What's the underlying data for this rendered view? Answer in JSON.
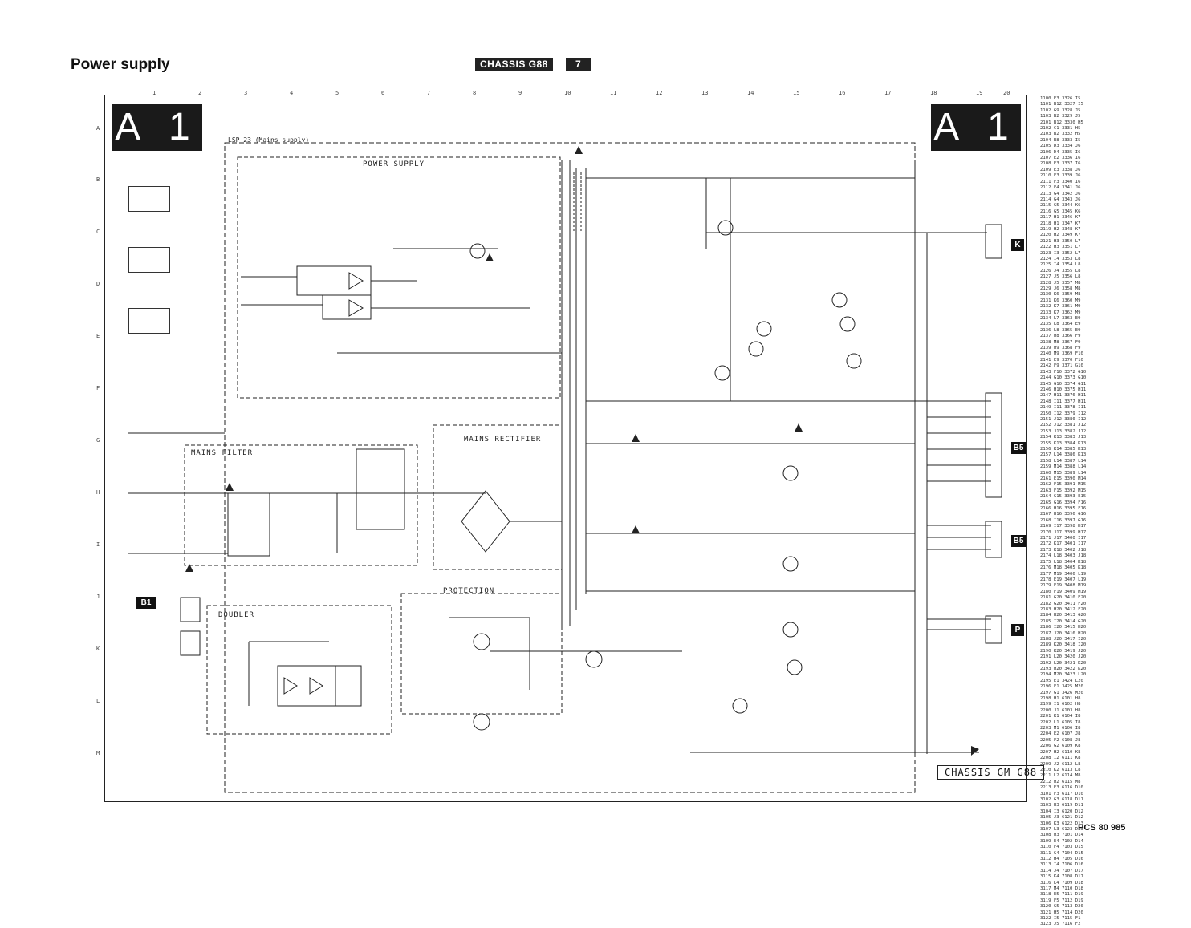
{
  "header": {
    "title": "Power supply",
    "chassis_tag": "CHASSIS G88",
    "page_number": "7"
  },
  "sheet_labels": {
    "left": "A 1",
    "right": "A 1"
  },
  "blocks": {
    "main_block": "LSP 23 (Mains supply)",
    "power_supply": "POWER SUPPLY",
    "mains_filter": "MAINS FILTER",
    "mains_rectifier": "MAINS RECTIFIER",
    "protection": "PROTECTION",
    "doubler": "DOUBLER"
  },
  "connectors": {
    "k": "K",
    "b5_top": "B5",
    "b5_bottom": "B5",
    "p": "P",
    "b1": "B1"
  },
  "footer": {
    "chassis_box": "CHASSIS GM G88",
    "code": "PCS 80 985"
  },
  "ruler_top": [
    "1",
    "2",
    "3",
    "4",
    "5",
    "6",
    "7",
    "8",
    "9",
    "10",
    "11",
    "12",
    "13",
    "14",
    "15",
    "16",
    "17",
    "18",
    "19",
    "20"
  ],
  "ruler_side": [
    "A",
    "B",
    "C",
    "D",
    "E",
    "F",
    "G",
    "H",
    "I",
    "J",
    "K",
    "L",
    "M"
  ],
  "parts_list": [
    "1100 E3 3326 I5",
    "1101 B12 3327 I5",
    "1102 G9 3328 J5",
    "1103 B2 3329 J5",
    "2101 B12 3330 H5",
    "2102 C1 3331 H5",
    "2103 B2 3332 H5",
    "2104 B8 3333 I5",
    "2105 D3 3334 J6",
    "2106 D4 3335 I6",
    "2107 E2 3336 I6",
    "2108 E3 3337 I6",
    "2109 E3 3338 J6",
    "2110 F3 3339 J6",
    "2111 F3 3340 I6",
    "2112 F4 3341 J6",
    "2113 G4 3342 J6",
    "2114 G4 3343 J6",
    "2115 G5 3344 K6",
    "2116 G5 3345 K6",
    "2117 H1 3346 K7",
    "2118 H1 3347 K7",
    "2119 H2 3348 K7",
    "2120 H2 3349 K7",
    "2121 H3 3350 L7",
    "2122 H3 3351 L7",
    "2123 I3 3352 L7",
    "2124 I4 3353 L8",
    "2125 I4 3354 L8",
    "2126 J4 3355 L8",
    "2127 J5 3356 L8",
    "2128 J5 3357 M8",
    "2129 J6 3358 M8",
    "2130 K6 3359 M8",
    "2131 K6 3360 M9",
    "2132 K7 3361 M9",
    "2133 K7 3362 M9",
    "2134 L7 3363 E9",
    "2135 L8 3364 E9",
    "2136 L8 3365 E9",
    "2137 M8 3366 F9",
    "2138 M8 3367 F9",
    "2139 M9 3368 F9",
    "2140 M9 3369 F10",
    "2141 E9 3370 F10",
    "2142 F9 3371 G10",
    "2143 F10 3372 G10",
    "2144 G10 3373 G10",
    "2145 G10 3374 G11",
    "2146 H10 3375 H11",
    "2147 H11 3376 H11",
    "2148 I11 3377 H11",
    "2149 I11 3378 I11",
    "2150 I12 3379 I12",
    "2151 J12 3380 I12",
    "2152 J12 3381 J12",
    "2153 J13 3382 J12",
    "2154 K13 3383 J13",
    "2155 K13 3384 K13",
    "2156 K14 3385 K13",
    "2157 L14 3386 K13",
    "2158 L14 3387 L14",
    "2159 M14 3388 L14",
    "2160 M15 3389 L14",
    "2161 E15 3390 M14",
    "2162 F15 3391 M15",
    "2163 F15 3392 M15",
    "2164 G15 3393 E15",
    "2165 G16 3394 F16",
    "2166 H16 3395 F16",
    "2167 H16 3396 G16",
    "2168 I16 3397 G16",
    "2169 I17 3398 H17",
    "2170 J17 3399 H17",
    "2171 J17 3400 I17",
    "2172 K17 3401 I17",
    "2173 K18 3402 J18",
    "2174 L18 3403 J18",
    "2175 L18 3404 K18",
    "2176 M18 3405 K18",
    "2177 M19 3406 L19",
    "2178 E19 3407 L19",
    "2179 F19 3408 M19",
    "2180 F19 3409 M19",
    "2181 G20 3410 E20",
    "2182 G20 3411 F20",
    "2183 H20 3412 F20",
    "2184 H20 3413 G20",
    "2185 I20 3414 G20",
    "2186 I20 3415 H20",
    "2187 J20 3416 H20",
    "2188 J20 3417 I20",
    "2189 K20 3418 I20",
    "2190 K20 3419 J20",
    "2191 L20 3420 J20",
    "2192 L20 3421 K20",
    "2193 M20 3422 K20",
    "2194 M20 3423 L20",
    "2195 E1 3424 L20",
    "2196 F1 3425 M20",
    "2197 G1 3426 M20",
    "2198 H1 6101 H8",
    "2199 I1 6102 H8",
    "2200 J1 6103 H8",
    "2201 K1 6104 I8",
    "2202 L1 6105 I8",
    "2203 M1 6106 I8",
    "2204 E2 6107 J8",
    "2205 F2 6108 J8",
    "2206 G2 6109 K8",
    "2207 H2 6110 K8",
    "2208 I2 6111 K8",
    "2209 J2 6112 L8",
    "2210 K2 6113 L8",
    "2211 L2 6114 M8",
    "2212 M2 6115 M8",
    "2213 E3 6116 D10",
    "3101 F3 6117 D10",
    "3102 G3 6118 D11",
    "3103 H3 6119 D11",
    "3104 I3 6120 D12",
    "3105 J3 6121 D12",
    "3106 K3 6122 D13",
    "3107 L3 6123 D13",
    "3108 M3 7101 D14",
    "3109 E4 7102 D14",
    "3110 F4 7103 D15",
    "3111 G4 7104 D15",
    "3112 H4 7105 D16",
    "3113 I4 7106 D16",
    "3114 J4 7107 D17",
    "3115 K4 7108 D17",
    "3116 L4 7109 D18",
    "3117 M4 7110 D18",
    "3118 E5 7111 D19",
    "3119 F5 7112 D19",
    "3120 G5 7113 D20",
    "3121 H5 7114 D20",
    "3122 I5 7115 F1",
    "3123 J5 7116 F2"
  ]
}
